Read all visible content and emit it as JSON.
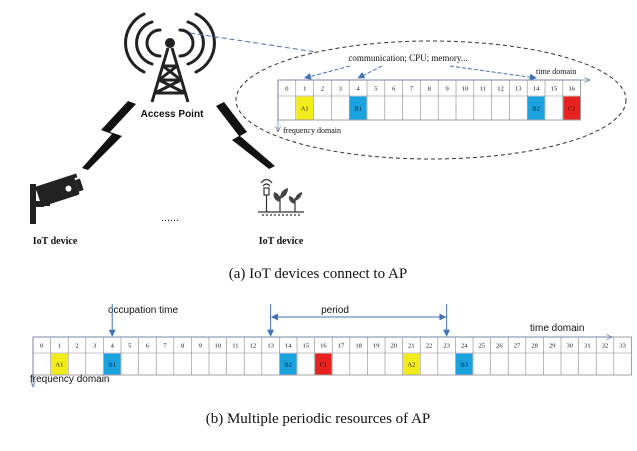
{
  "top": {
    "access_point_label": "Access Point",
    "devices": [
      {
        "label": "IoT device",
        "icon": "security-camera-icon"
      },
      {
        "label": "IoT device",
        "icon": "smart-farming-icon"
      }
    ],
    "ellipsis": "......",
    "bubble": {
      "annotation": "communication; CPU; memory...",
      "time_label": "time domain",
      "freq_label": "frequency domain",
      "slots": [
        "0",
        "1",
        "2",
        "3",
        "4",
        "5",
        "6",
        "7",
        "8",
        "9",
        "10",
        "11",
        "12",
        "13",
        "14",
        "15",
        "16"
      ],
      "blocks": [
        {
          "slot": 1,
          "label": "A1",
          "color": "#f2ec1a"
        },
        {
          "slot": 4,
          "label": "B1",
          "color": "#1aa3e0"
        },
        {
          "slot": 14,
          "label": "B2",
          "color": "#1aa3e0"
        },
        {
          "slot": 16,
          "label": "C1",
          "color": "#e8231f"
        }
      ],
      "pointed_slots": [
        1,
        4,
        14
      ]
    },
    "caption": "(a)  IoT devices connect to AP"
  },
  "bottom": {
    "occupation_label": "occupation time",
    "period_label": "period",
    "time_label": "time domain",
    "freq_label": "frequency domain",
    "slots": [
      "0",
      "1",
      "2",
      "3",
      "4",
      "5",
      "6",
      "7",
      "8",
      "9",
      "10",
      "11",
      "12",
      "13",
      "14",
      "15",
      "16",
      "17",
      "18",
      "19",
      "20",
      "21",
      "22",
      "23",
      "24",
      "25",
      "26",
      "27",
      "28",
      "29",
      "30",
      "31",
      "32",
      "33"
    ],
    "blocks": [
      {
        "slot": 1,
        "label": "A1",
        "color": "#f2ec1a"
      },
      {
        "slot": 4,
        "label": "B1",
        "color": "#1aa3e0"
      },
      {
        "slot": 14,
        "label": "B2",
        "color": "#1aa3e0"
      },
      {
        "slot": 16,
        "label": "C1",
        "color": "#e8231f"
      },
      {
        "slot": 21,
        "label": "A2",
        "color": "#f2ec1a"
      },
      {
        "slot": 24,
        "label": "B3",
        "color": "#1aa3e0"
      }
    ],
    "occupation_slot": 4,
    "period_start_slot": 14,
    "period_end_slot": 24,
    "caption": "(b)  Multiple periodic resources of AP"
  },
  "colors": {
    "arrow_blue": "#3f73b8",
    "grid": "#8a8a8a"
  }
}
